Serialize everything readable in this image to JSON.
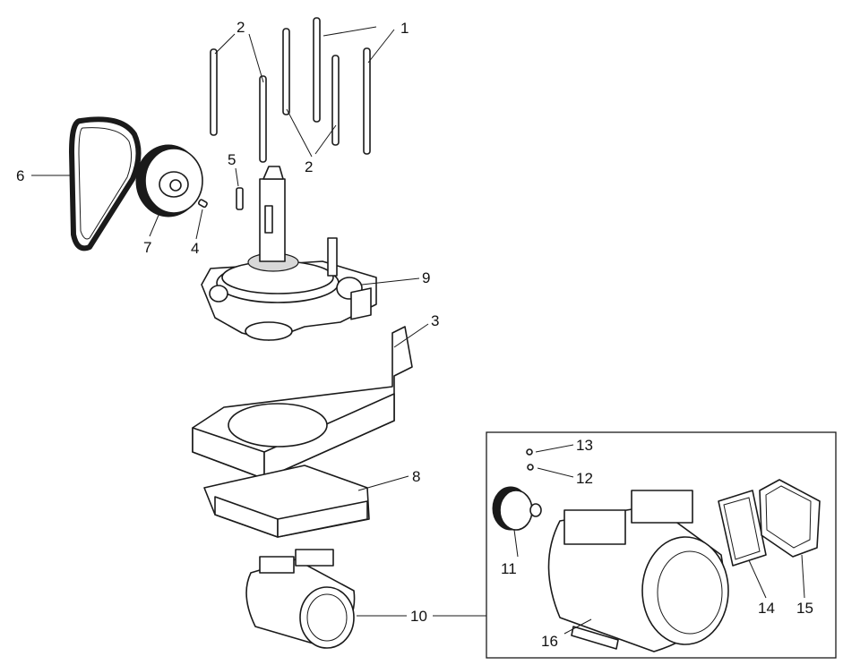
{
  "callouts": {
    "c1": "1",
    "c2a": "2",
    "c2b": "2",
    "c3": "3",
    "c4": "4",
    "c5": "5",
    "c6": "6",
    "c7": "7",
    "c8": "8",
    "c9": "9",
    "c10": "10",
    "c11": "11",
    "c12": "12",
    "c13": "13",
    "c14": "14",
    "c15": "15",
    "c16": "16"
  }
}
